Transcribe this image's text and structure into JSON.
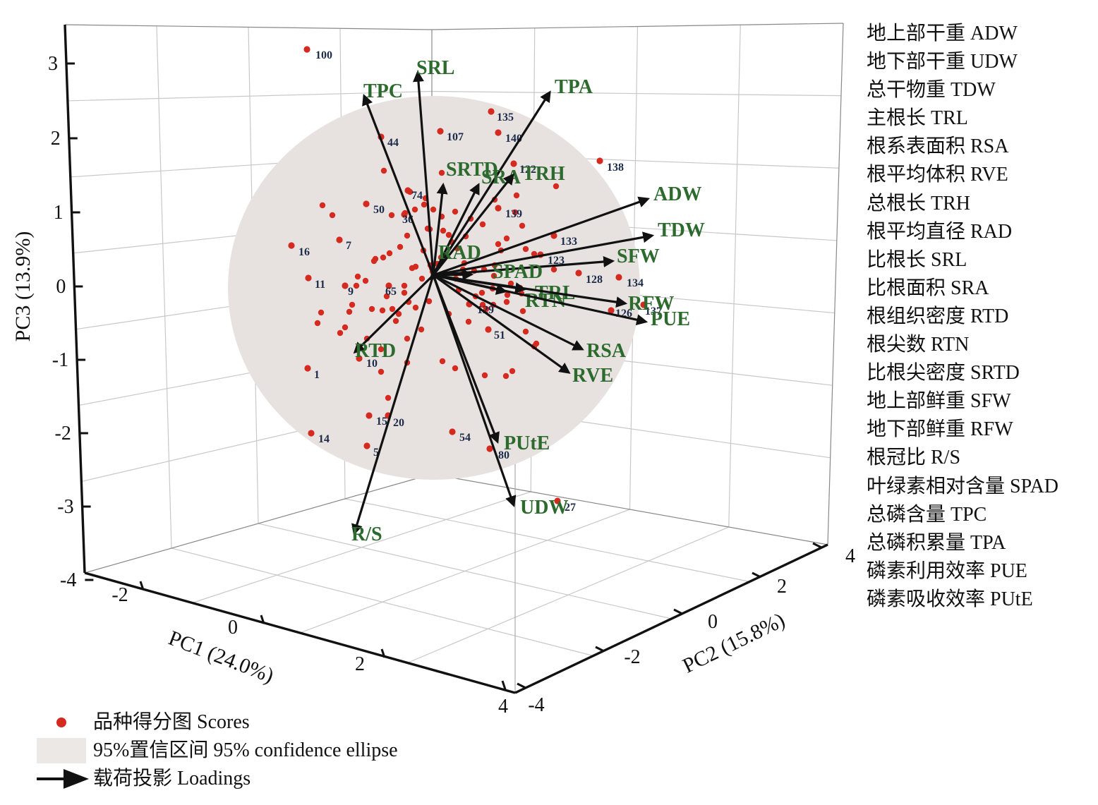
{
  "chart_data": {
    "type": "scatter",
    "subtype": "3d-biplot",
    "axes": {
      "x": {
        "label": "PC1 (24.0%)",
        "ticks": [
          -2,
          0,
          2,
          4
        ]
      },
      "y": {
        "label": "PC2 (15.8%)",
        "ticks": [
          -4,
          -2,
          0,
          2,
          4
        ]
      },
      "z": {
        "label": "PC3 (13.9%)",
        "ticks": [
          -4,
          -3,
          -2,
          -1,
          0,
          1,
          2,
          3
        ]
      }
    },
    "legend_right": [
      "地上部干重 ADW",
      "地下部干重 UDW",
      "总干物重 TDW",
      "主根长 TRL",
      "根系表面积 RSA",
      "根平均体积 RVE",
      "总根长 TRH",
      "根平均直径 RAD",
      "比根长 SRL",
      "比根面积 SRA",
      "根组织密度 RTD",
      "根尖数 RTN",
      "比根尖密度 SRTD",
      "地上部鲜重 SFW",
      "地下部鲜重 RFW",
      "根冠比 R/S",
      "叶绿素相对含量 SPAD",
      "总磷含量 TPC",
      "总磷积累量 TPA",
      "磷素利用效率 PUE",
      "磷素吸收效率 PUtE"
    ],
    "legend_bottom": {
      "scores": "品种得分图 Scores",
      "ellipse": "95%置信区间 95% confidence ellipse",
      "loadings": "载荷投影 Loadings"
    },
    "loadings": [
      {
        "name": "SRL",
        "label": "SRL"
      },
      {
        "name": "TPC",
        "label": "TPC"
      },
      {
        "name": "TPA",
        "label": "TPA"
      },
      {
        "name": "SRTD",
        "label": "SRTD"
      },
      {
        "name": "SRA",
        "label": "SRA"
      },
      {
        "name": "TRH",
        "label": "TRH"
      },
      {
        "name": "ADW",
        "label": "ADW"
      },
      {
        "name": "TDW",
        "label": "TDW"
      },
      {
        "name": "SFW",
        "label": "SFW"
      },
      {
        "name": "RAD",
        "label": "RAD"
      },
      {
        "name": "SPAD",
        "label": "SPAD"
      },
      {
        "name": "TRL",
        "label": "TRL"
      },
      {
        "name": "RTN",
        "label": "RTN"
      },
      {
        "name": "RFW",
        "label": "RFW"
      },
      {
        "name": "PUE",
        "label": "PUE"
      },
      {
        "name": "RSA",
        "label": "RSA"
      },
      {
        "name": "RVE",
        "label": "RVE"
      },
      {
        "name": "RTD",
        "label": "RTD"
      },
      {
        "name": "PUtE",
        "label": "PUtE"
      },
      {
        "name": "UDW",
        "label": "UDW"
      },
      {
        "name": "R/S",
        "label": "R/S"
      }
    ],
    "score_labels": [
      "100",
      "135",
      "107",
      "140",
      "44",
      "138",
      "122",
      "74",
      "50",
      "36",
      "139",
      "133",
      "123",
      "7",
      "16",
      "11",
      "9",
      "65",
      "128",
      "134",
      "137",
      "126",
      "129",
      "51",
      "10",
      "1",
      "15",
      "20",
      "54",
      "14",
      "5",
      "80",
      "27"
    ],
    "colors": {
      "scores": "#d42a20",
      "ellipse": "#e7e2e0",
      "loadings": "#111111",
      "loading_labels": "#2d6a2d",
      "score_labels": "#1b2a48"
    }
  }
}
